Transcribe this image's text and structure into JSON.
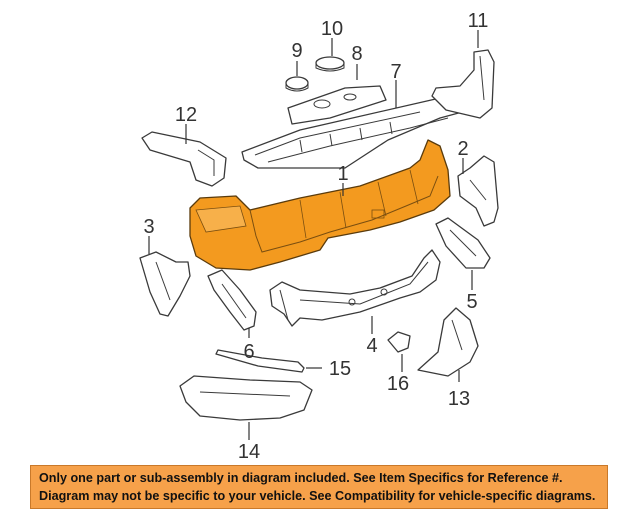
{
  "callouts": [
    {
      "id": "1",
      "text": "1"
    },
    {
      "id": "2",
      "text": "2"
    },
    {
      "id": "3",
      "text": "3"
    },
    {
      "id": "4",
      "text": "4"
    },
    {
      "id": "5",
      "text": "5"
    },
    {
      "id": "6",
      "text": "6"
    },
    {
      "id": "7",
      "text": "7"
    },
    {
      "id": "8",
      "text": "8"
    },
    {
      "id": "9",
      "text": "9"
    },
    {
      "id": "10",
      "text": "10"
    },
    {
      "id": "11",
      "text": "11"
    },
    {
      "id": "12",
      "text": "12"
    },
    {
      "id": "13",
      "text": "13"
    },
    {
      "id": "14",
      "text": "14"
    },
    {
      "id": "15",
      "text": "15"
    },
    {
      "id": "16",
      "text": "16"
    }
  ],
  "notice": {
    "line1": "Only one part or sub-assembly in diagram included. See Item Specifics for Reference #.",
    "line2": "Diagram may not be specific to your vehicle. See Compatibility for vehicle-specific diagrams."
  },
  "colors": {
    "highlight_part": "#f39a1f",
    "notice_background": "#f6a14a"
  }
}
